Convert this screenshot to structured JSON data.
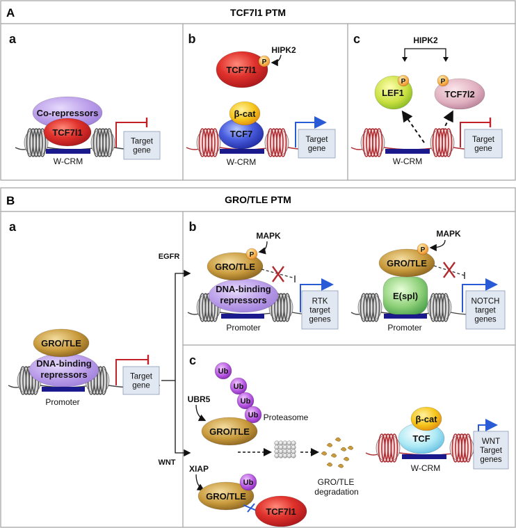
{
  "sectionA": {
    "letter": "A",
    "title": "TCF7l1 PTM",
    "a": {
      "letter": "a",
      "corepressors": "Co-repressors",
      "tcf7l1": "TCF7l1",
      "target_l1": "Target",
      "target_l2": "gene",
      "wcrm": "W-CRM"
    },
    "b": {
      "letter": "b",
      "hipk2": "HIPK2",
      "p": "P",
      "tcf7l1": "TCF7l1",
      "bcat": "β-cat",
      "tcf7": "TCF7",
      "target_l1": "Target",
      "target_l2": "gene",
      "wcrm": "W-CRM"
    },
    "c": {
      "letter": "c",
      "hipk2": "HIPK2",
      "p": "P",
      "lef1": "LEF1",
      "tcf7l2": "TCF7l2",
      "target_l1": "Target",
      "target_l2": "gene",
      "wcrm": "W-CRM"
    }
  },
  "sectionB": {
    "letter": "B",
    "title": "GRO/TLE PTM",
    "a": {
      "letter": "a",
      "grotle": "GRO/TLE",
      "rep_l1": "DNA-binding",
      "rep_l2": "repressors",
      "promoter": "Promoter",
      "target_l1": "Target",
      "target_l2": "gene",
      "egfr": "EGFR",
      "wnt": "WNT"
    },
    "b": {
      "letter": "b",
      "mapk": "MAPK",
      "p": "P",
      "grotle": "GRO/TLE",
      "rep_l1": "DNA-binding",
      "rep_l2": "repressors",
      "promoter": "Promoter",
      "rtk_l1": "RTK",
      "rtk_l2": "target",
      "rtk_l3": "genes",
      "espl": "E(spl)",
      "notch_l1": "NOTCH",
      "notch_l2": "target",
      "notch_l3": "genes"
    },
    "c": {
      "letter": "c",
      "ub": "Ub",
      "ubr5": "UBR5",
      "grotle": "GRO/TLE",
      "proteasome": "Proteasome",
      "degr_l1": "GRO/TLE",
      "degr_l2": "degradation",
      "xiap": "XIAP",
      "tcf7l1": "TCF7l1",
      "bcat": "β-cat",
      "tcf": "TCF",
      "wcrm": "W-CRM",
      "wnt_l1": "WNT",
      "wnt_l2": "Target",
      "wnt_l3": "genes"
    }
  },
  "colors": {
    "red_protein": "#d92b2b",
    "blue_protein": "#3a4fd6",
    "yellow_protein": "#f2c419",
    "purple_protein": "#b89ae8",
    "gold_protein": "#b8872a",
    "green_protein": "#8fd07a",
    "dna_blue": "#1a1a8c",
    "repress_red": "#c4202a",
    "activate_blue": "#2a5bd7"
  }
}
